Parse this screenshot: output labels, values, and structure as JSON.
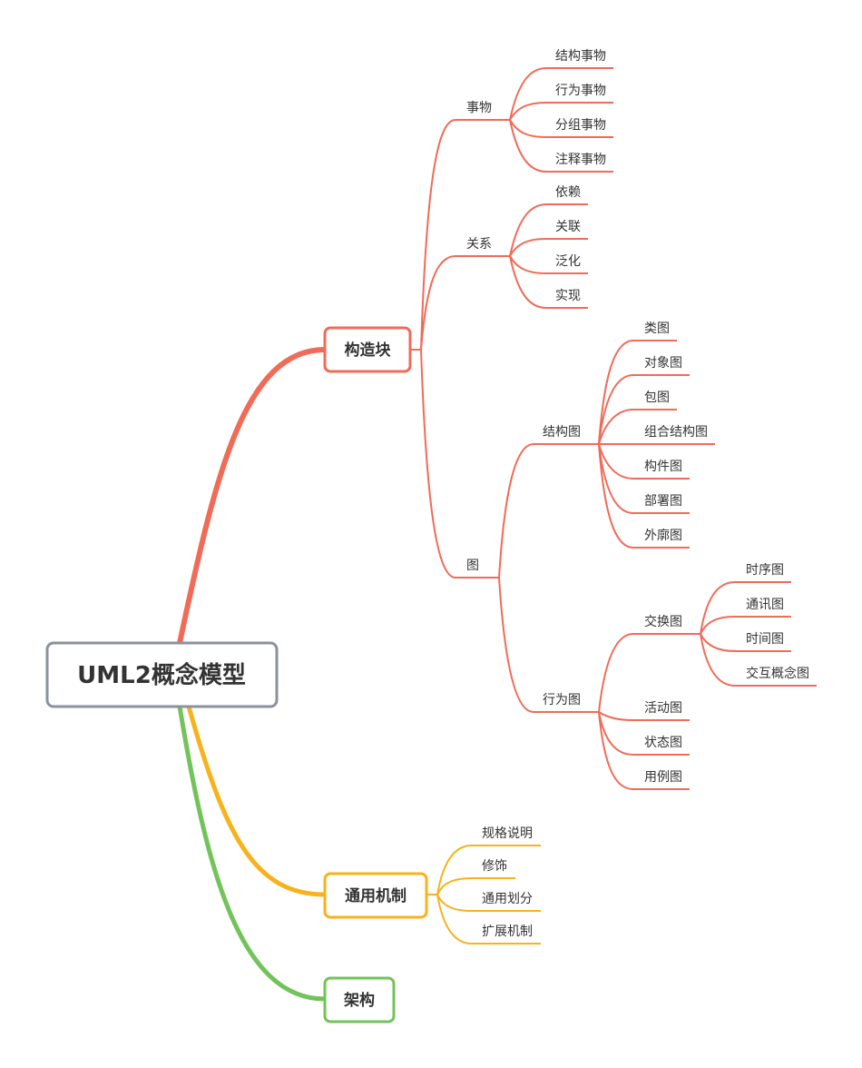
{
  "colors": {
    "root_border": "#8a929c",
    "construct": "#f06b58",
    "common": "#f7b21c",
    "architecture": "#72c35a"
  },
  "root": {
    "label": "UML2概念模型"
  },
  "construct": {
    "label": "构造块",
    "things": {
      "label": "事物",
      "items": [
        "结构事物",
        "行为事物",
        "分组事物",
        "注释事物"
      ]
    },
    "relations": {
      "label": "关系",
      "items": [
        "依赖",
        "关联",
        "泛化",
        "实现"
      ]
    },
    "diagrams": {
      "label": "图",
      "structure": {
        "label": "结构图",
        "items": [
          "类图",
          "对象图",
          "包图",
          "组合结构图",
          "构件图",
          "部署图",
          "外廓图"
        ]
      },
      "behavior": {
        "label": "行为图",
        "interaction": {
          "label": "交换图",
          "items": [
            "时序图",
            "通讯图",
            "时间图",
            "交互概念图"
          ]
        },
        "items": [
          "活动图",
          "状态图",
          "用例图"
        ]
      }
    }
  },
  "common": {
    "label": "通用机制",
    "items": [
      "规格说明",
      "修饰",
      "通用划分",
      "扩展机制"
    ]
  },
  "architecture": {
    "label": "架构"
  }
}
